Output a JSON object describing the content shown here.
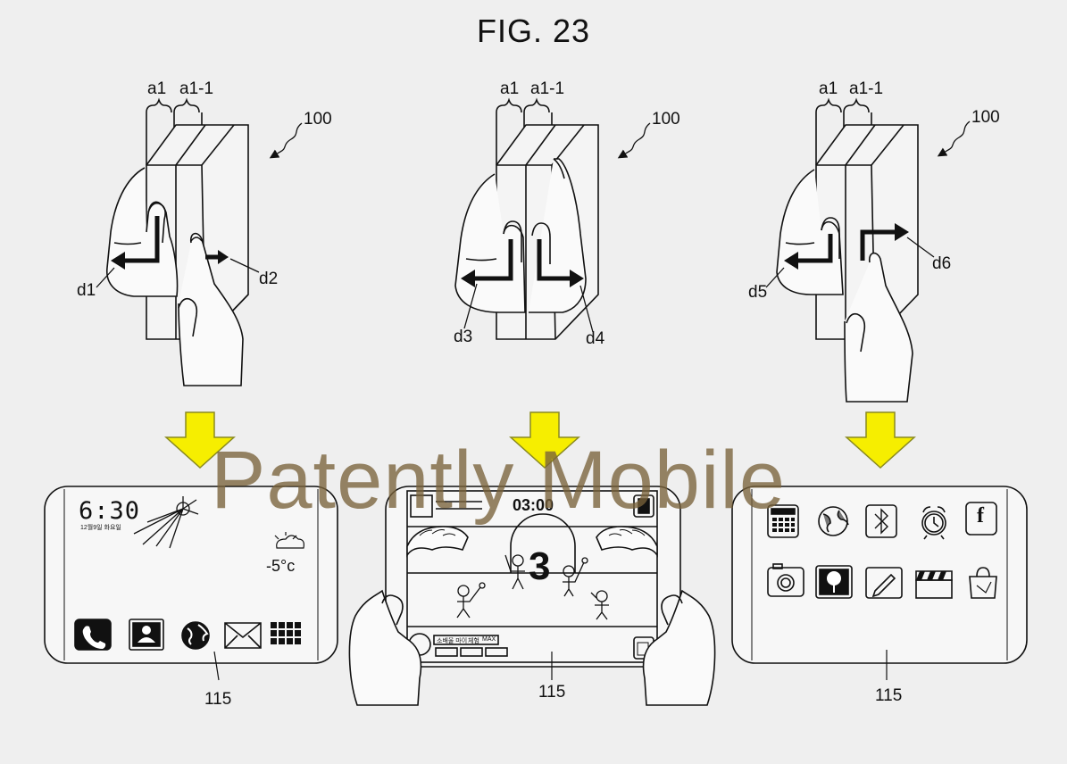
{
  "figure": {
    "title": "FIG. 23"
  },
  "watermark": "Patently Mobile",
  "panels": [
    {
      "device_ref": "100",
      "region_a": "a1",
      "region_b": "a1-1",
      "dir_left": "d1",
      "dir_right": "d2",
      "screen_ref": "115"
    },
    {
      "device_ref": "100",
      "region_a": "a1",
      "region_b": "a1-1",
      "dir_left": "d3",
      "dir_right": "d4",
      "screen_ref": "115"
    },
    {
      "device_ref": "100",
      "region_a": "a1",
      "region_b": "a1-1",
      "dir_left": "d5",
      "dir_right": "d6",
      "screen_ref": "115"
    }
  ],
  "home_screen": {
    "time": "6:30",
    "date": "12월9일 화요일",
    "temperature": "-5°c",
    "dock_icons": [
      "phone-icon",
      "contacts-icon",
      "globe-icon",
      "mail-icon",
      "apps-grid-icon"
    ]
  },
  "game_screen": {
    "timer": "03:00",
    "countdown": "3",
    "status_text": "소배울 마이",
    "status_text_2": "체험",
    "status_max": "MAX"
  },
  "app_screen": {
    "icons": [
      "calculator-icon",
      "globe-icon",
      "bluetooth-icon",
      "alarm-clock-icon",
      "facebook-icon",
      "camera-icon",
      "gallery-icon",
      "memo-icon",
      "video-clapper-icon",
      "store-icon"
    ],
    "facebook_glyph": "f"
  },
  "colors": {
    "arrow_fill": "#f6ee00",
    "arrow_stroke": "#8a8a20",
    "watermark": "#78623a",
    "ink": "#111111"
  }
}
